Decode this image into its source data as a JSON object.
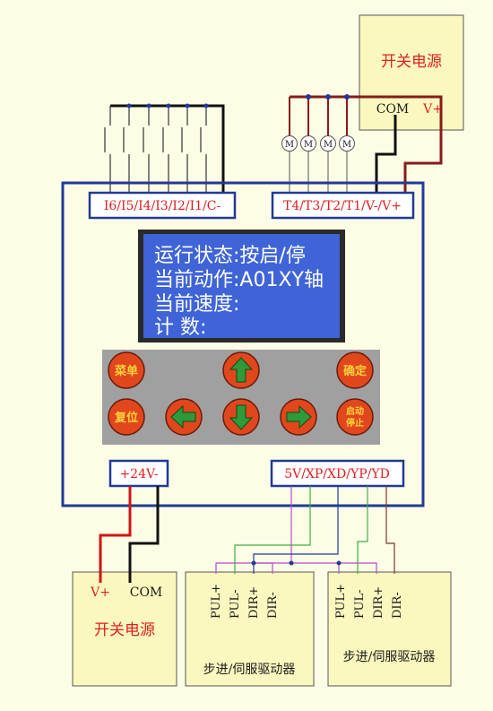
{
  "power_top": {
    "title": "开关电源",
    "com": "COM",
    "vplus": "V+"
  },
  "power_bottom": {
    "title": "开关电源",
    "vplus": "V+",
    "com": "COM"
  },
  "terminals": {
    "inputs": "I6/I5/I4/I3/I2/I1/C-",
    "outputs": "T4/T3/T2/T1/V-/V+",
    "power": "+24V-",
    "pulse": "5V/XP/XD/YP/YD"
  },
  "motor_label": "M",
  "lcd": {
    "line1": "运行状态:按启/停",
    "line2": "当前动作:A01XY轴",
    "line3": "当前速度:",
    "line4": " 计  数:"
  },
  "keypad": {
    "menu": "菜单",
    "confirm": "确定",
    "reset": "复位",
    "start_stop_1": "启动",
    "start_stop_2": "停止"
  },
  "drivers": [
    {
      "title": "步进/伺服驱动器",
      "pins": [
        "PUL+",
        "PUL-",
        "DIR+",
        "DIR-"
      ]
    },
    {
      "title": "步进/伺服驱动器",
      "pins": [
        "PUL+",
        "PUL-",
        "DIR+",
        "DIR-"
      ]
    }
  ],
  "colors": {
    "controller_border": "#213a96",
    "lcd_bg": "#3f64d8",
    "keypad_bg": "#a0a0a0",
    "button": "#e1471d",
    "arrow": "#2e9a3a",
    "wire_red": "#d01515",
    "wire_dark_red": "#8a1a1a",
    "wire_purple": "#b44bc9",
    "wire_green": "#3fae3f",
    "wire_blue": "#213a96",
    "wire_brown": "#7a3a2a"
  }
}
